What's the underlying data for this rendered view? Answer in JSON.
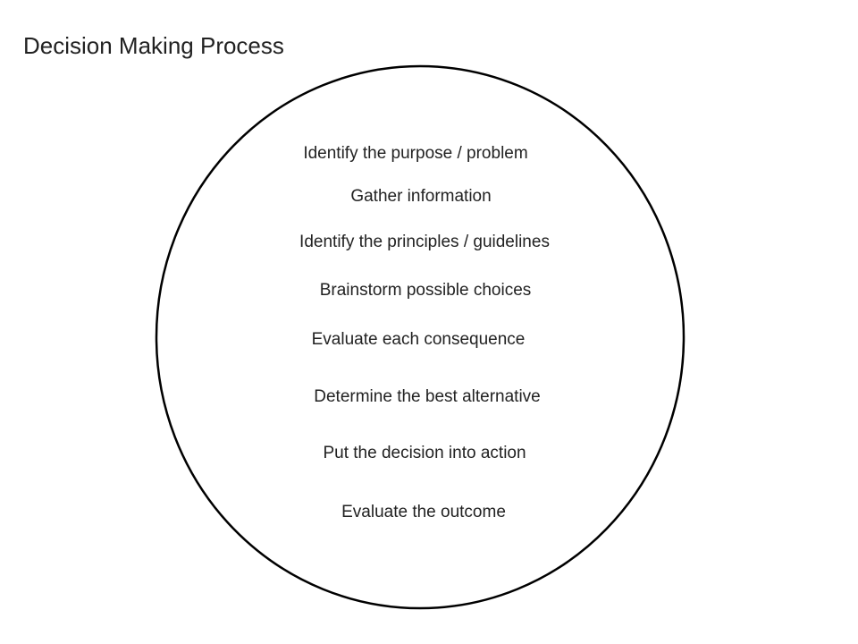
{
  "title": "Decision Making Process",
  "steps": [
    "Identify the purpose / problem",
    "Gather information",
    "Identify the principles / guidelines",
    "Brainstorm possible choices",
    "Evaluate each consequence",
    "Determine the best alternative",
    "Put the decision into action",
    "Evaluate the outcome"
  ],
  "colors": {
    "text": "#222222",
    "outline": "#000000",
    "background": "#ffffff"
  }
}
